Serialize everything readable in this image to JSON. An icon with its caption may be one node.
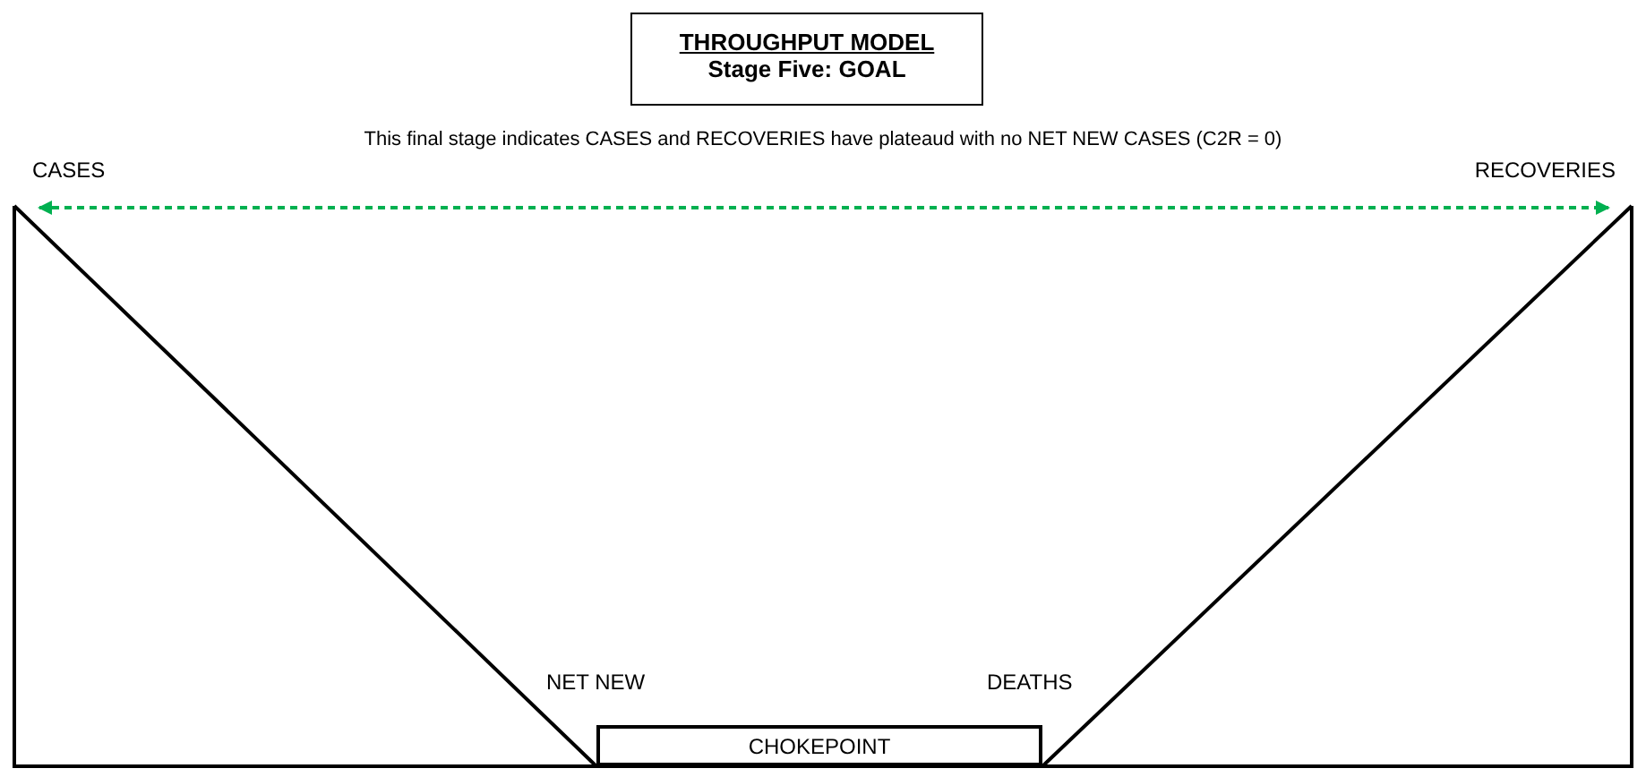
{
  "diagram": {
    "nodes": [
      {
        "text": [
          "THROUGHPUT MODEL",
          "Stage Five: GOAL"
        ]
      },
      {
        "text": [
          "CASES"
        ]
      },
      {
        "text": [
          "RECOVERIES"
        ]
      },
      {
        "text": [
          "CHOKEPOINT"
        ]
      }
    ],
    "edges": [
      {
        "from": 1,
        "to": 2,
        "arrow": "both",
        "style": "dashed",
        "color": "#00b050"
      }
    ],
    "labels": [
      "This final stage indicates CASES and RECOVERIES have plateaud with no NET NEW CASES (C2R = 0)",
      "NET NEW",
      "DEATHS"
    ]
  }
}
